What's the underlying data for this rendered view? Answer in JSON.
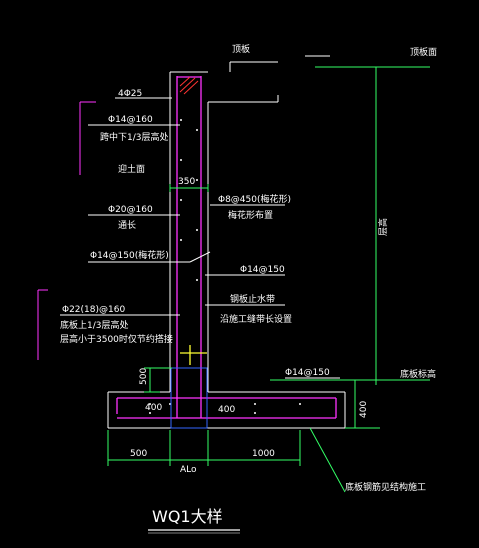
{
  "drawing": {
    "title": "WQ1大样",
    "labels": {
      "top_note": "顶板",
      "top_level": "顶板面",
      "bar_4d25": "4Φ25",
      "bar_d14_160": "Φ14@160",
      "bar_d14_160_note": "跨中下1/3层高处",
      "soil_face": "迎土面",
      "dim_350": "350",
      "bar_d20_160": "Φ20@160",
      "bar_d20_160_note": "通长",
      "bar_d8_450": "Φ8@450(梅花形)",
      "bar_d8_450_note": "梅花形布置",
      "bar_d14_150_plum": "Φ14@150(梅花形)",
      "bar_d14_150": "Φ14@150",
      "steel_plate_water": "钢板止水带",
      "steel_plate_note": "沿施工缝带长设置",
      "bar_d22_160": "Φ22(18)@160",
      "bar_d22_note_1": "底板上1/3层高处",
      "bar_d22_note_2": "层高小于3500时仅节约搭接",
      "dim_500_vertical": "500",
      "bar_d14_150_bottom": "Φ14@150",
      "floor_level": "底板标高",
      "dim_400_left": "400",
      "dim_400_right": "400",
      "dim_400_vertical": "400",
      "dim_500": "500",
      "dim_alo": "ALo",
      "dim_1000": "1000",
      "bottom_note": "底板钢筋见结构施工",
      "height_text": "层高"
    }
  }
}
